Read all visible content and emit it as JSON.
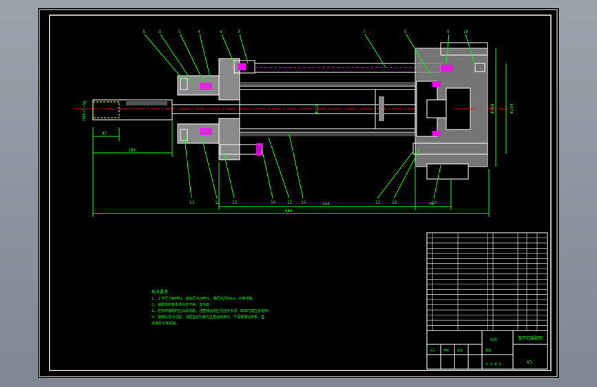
{
  "colors": {
    "background": "#000000",
    "frame": "#ffffff",
    "geometry": "#ffffff",
    "dimension": "#00ff00",
    "centerline": "#ff0000",
    "hidden": "#ffff00",
    "section": "#ff00ff",
    "hatch": "#8a8a8a",
    "note": "#00ff00",
    "viewport": "#8a929c"
  },
  "dimensions": {
    "d_97": "97",
    "d_180": "180",
    "d_344": "344",
    "d_78": "78",
    "d_666": "666",
    "d_thread": "M48×2-6g",
    "d_bore": "Φ128",
    "d_right_a": "Φ160",
    "d_right_b": "Φ194"
  },
  "balloons": {
    "top": [
      "8",
      "3",
      "5",
      "4",
      "6",
      "3",
      "7",
      "9",
      "5",
      "10"
    ],
    "bottom": [
      "11",
      "12",
      "13",
      "14",
      "15",
      "16",
      "12",
      "18",
      "19"
    ]
  },
  "notes": {
    "title": "技术要求",
    "lines": [
      "1. 工作压力16MPa，试验压力24MPa，保压时间5min，不得泄漏。",
      "2. 装配前所有零件清洗干净，去毛刺。",
      "3. 密封件装配时应涂润滑脂，活塞杆运动应灵活无卡滞，缸体内壁应无划伤。",
      "4. 装配后进行试验，活塞在全行程内往复运动数次，不得有爬行现象，各",
      "连接处不得渗漏。"
    ]
  },
  "title_block": {
    "drawing_name": "液压缸装配图",
    "scale": "比例",
    "sheet": "A3",
    "designer": "设计",
    "checker": "审核",
    "approver": "批准",
    "weight": "重量",
    "school": "共 张 第 张"
  }
}
